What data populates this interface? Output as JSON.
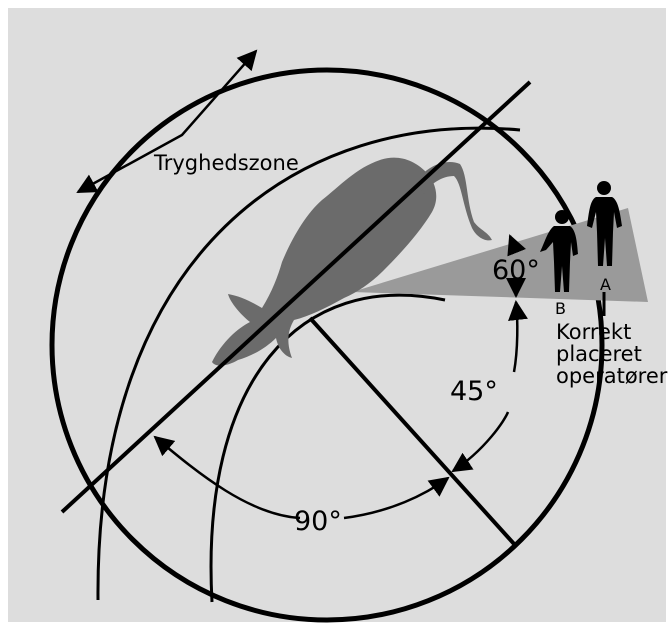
{
  "labels": {
    "safety_zone": "Tryghedszone",
    "angle_60": "60°",
    "angle_45": "45°",
    "angle_90": "90°",
    "operator_a": "A",
    "operator_b": "B",
    "correct_line1": "Korrekt",
    "correct_line2": "placeret",
    "correct_line3": "operatører"
  },
  "colors": {
    "background_panel": "#dddddd",
    "animal": "#6b6b6b",
    "vision_area": "#9a9a9a",
    "figures": "#000000",
    "lines": "#000000"
  }
}
